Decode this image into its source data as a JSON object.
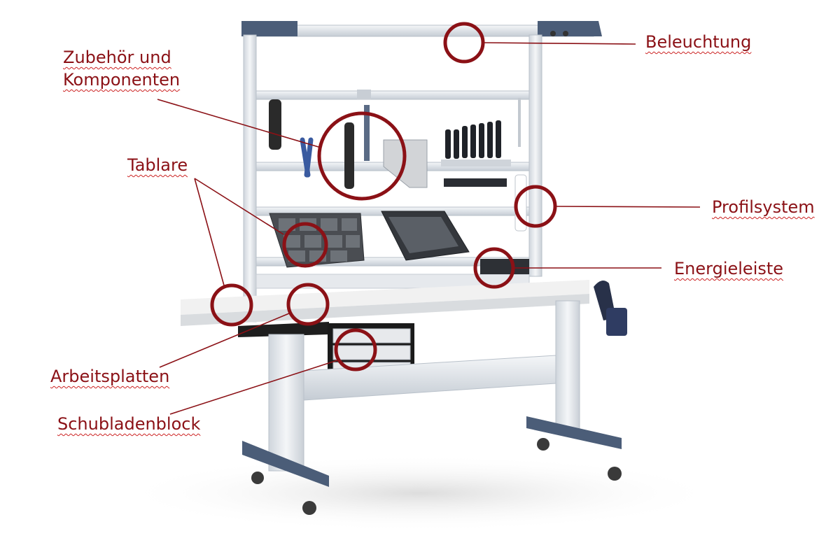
{
  "colors": {
    "label_text": "#8b1116",
    "marker_ring": "#8b1116",
    "leader_line": "#8b1116",
    "frame_aluminium": "#e3e7ec",
    "foot_blue": "#4b5d78",
    "drawer_black": "#1a1a1a",
    "tabletop": "#f1f1f1"
  },
  "labels": {
    "beleuchtung": "Beleuchtung",
    "zubehoer_line1": "Zubehör und",
    "zubehoer_line2": "Komponenten",
    "tablare": "Tablare",
    "profilsystem": "Profilsystem",
    "energieleiste": "Energieleiste",
    "arbeitsplatten": "Arbeitsplatten",
    "schubladenblock": "Schubladenblock"
  }
}
